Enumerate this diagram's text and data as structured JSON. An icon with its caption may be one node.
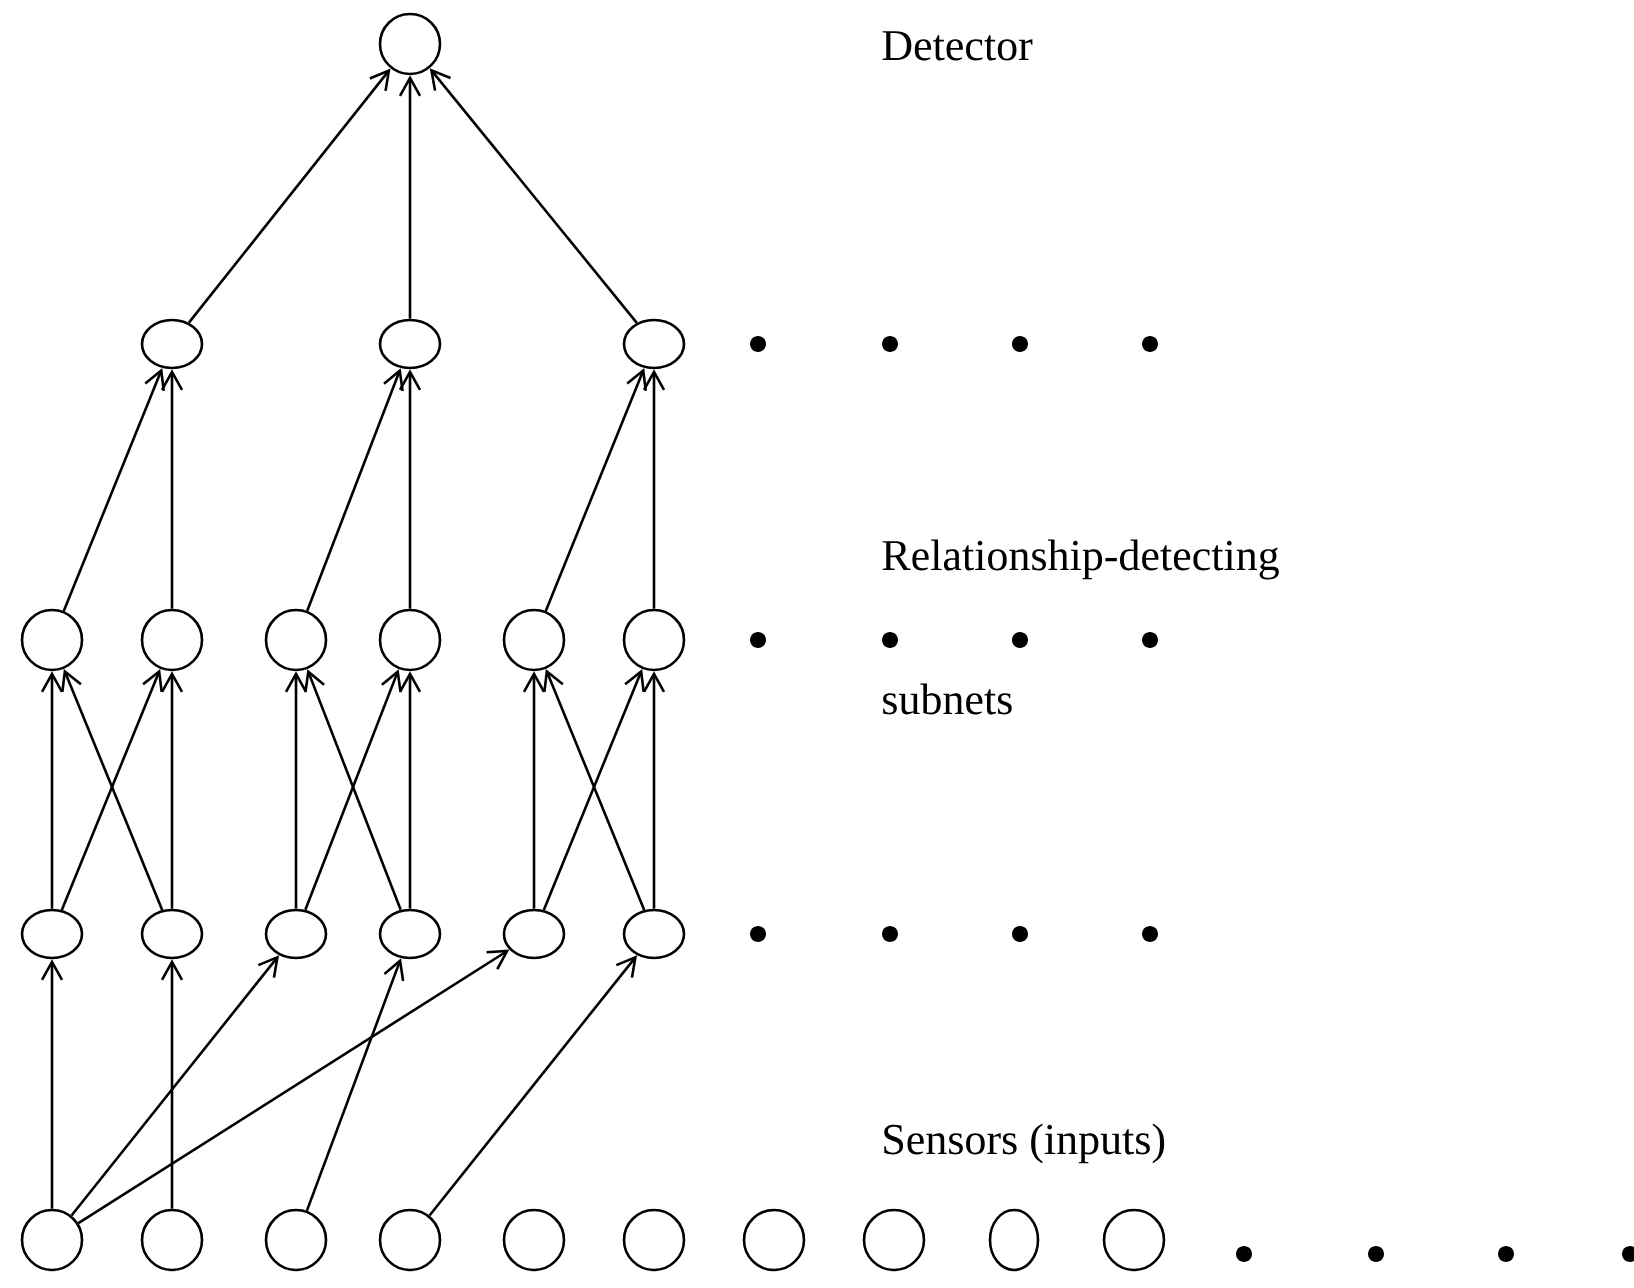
{
  "diagram": {
    "nodes": [
      {
        "text": [],
        "shape": "circle"
      },
      {
        "text": [],
        "shape": "ellipse"
      },
      {
        "text": [],
        "shape": "ellipse"
      },
      {
        "text": [],
        "shape": "ellipse"
      },
      {
        "text": [],
        "shape": "circle"
      },
      {
        "text": [],
        "shape": "circle"
      },
      {
        "text": [],
        "shape": "circle"
      },
      {
        "text": [],
        "shape": "circle"
      },
      {
        "text": [],
        "shape": "circle"
      },
      {
        "text": [],
        "shape": "circle"
      },
      {
        "text": [],
        "shape": "ellipse"
      },
      {
        "text": [],
        "shape": "ellipse"
      },
      {
        "text": [],
        "shape": "ellipse"
      },
      {
        "text": [],
        "shape": "ellipse"
      },
      {
        "text": [],
        "shape": "ellipse"
      },
      {
        "text": [],
        "shape": "ellipse"
      },
      {
        "text": [],
        "shape": "circle"
      },
      {
        "text": [],
        "shape": "circle"
      },
      {
        "text": [],
        "shape": "circle"
      },
      {
        "text": [],
        "shape": "circle"
      },
      {
        "text": [],
        "shape": "circle"
      },
      {
        "text": [],
        "shape": "circle"
      },
      {
        "text": [],
        "shape": "circle"
      },
      {
        "text": [],
        "shape": "circle"
      },
      {
        "text": [],
        "shape": "ellipse"
      },
      {
        "text": [],
        "shape": "circle"
      }
    ],
    "edges": [
      {
        "from": 1,
        "to": 0,
        "arrow": "to"
      },
      {
        "from": 2,
        "to": 0,
        "arrow": "to"
      },
      {
        "from": 3,
        "to": 0,
        "arrow": "to"
      },
      {
        "from": 4,
        "to": 1,
        "arrow": "to"
      },
      {
        "from": 5,
        "to": 1,
        "arrow": "to"
      },
      {
        "from": 6,
        "to": 2,
        "arrow": "to"
      },
      {
        "from": 7,
        "to": 2,
        "arrow": "to"
      },
      {
        "from": 8,
        "to": 3,
        "arrow": "to"
      },
      {
        "from": 9,
        "to": 3,
        "arrow": "to"
      },
      {
        "from": 10,
        "to": 4,
        "arrow": "to"
      },
      {
        "from": 10,
        "to": 5,
        "arrow": "to"
      },
      {
        "from": 11,
        "to": 4,
        "arrow": "to"
      },
      {
        "from": 11,
        "to": 5,
        "arrow": "to"
      },
      {
        "from": 12,
        "to": 6,
        "arrow": "to"
      },
      {
        "from": 12,
        "to": 7,
        "arrow": "to"
      },
      {
        "from": 13,
        "to": 6,
        "arrow": "to"
      },
      {
        "from": 13,
        "to": 7,
        "arrow": "to"
      },
      {
        "from": 14,
        "to": 8,
        "arrow": "to"
      },
      {
        "from": 14,
        "to": 9,
        "arrow": "to"
      },
      {
        "from": 15,
        "to": 8,
        "arrow": "to"
      },
      {
        "from": 15,
        "to": 9,
        "arrow": "to"
      },
      {
        "from": 16,
        "to": 10,
        "arrow": "to"
      },
      {
        "from": 17,
        "to": 11,
        "arrow": "to"
      },
      {
        "from": 16,
        "to": 12,
        "arrow": "to"
      },
      {
        "from": 16,
        "to": 14,
        "arrow": "to"
      },
      {
        "from": 18,
        "to": 13,
        "arrow": "to"
      },
      {
        "from": 19,
        "to": 15,
        "arrow": "to"
      }
    ],
    "labels": [
      "Detector",
      "Relationship-detecting",
      "subnets",
      "Sensors (inputs)"
    ]
  }
}
